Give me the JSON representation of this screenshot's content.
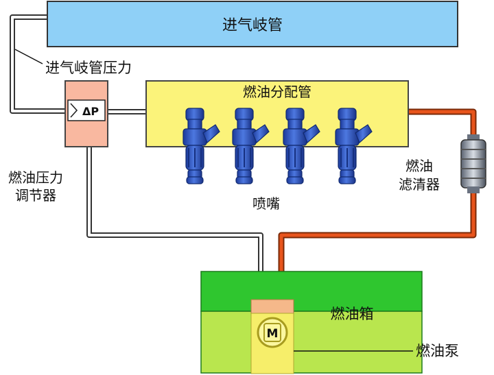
{
  "labels": {
    "intake_manifold": "进气岐管",
    "manifold_pressure": "进气岐管压力",
    "fuel_rail": "燃油分配管",
    "regulator_line1": "燃油压力",
    "regulator_line2": "调节器",
    "regulator_symbol": "ΔP",
    "injectors": "喷嘴",
    "filter_line1": "燃油",
    "filter_line2": "滤清器",
    "fuel_tank": "燃油箱",
    "fuel_pump": "燃油泵",
    "motor_symbol": "M"
  },
  "colors": {
    "manifold": "#8fd0f7",
    "rail": "#fbf37a",
    "regulator": "#f9b8a0",
    "injector": "#2b4fbf",
    "fuel_line": "#e8541c",
    "tank_top": "#2fc62f",
    "tank_bottom": "#b9e64e",
    "pump": "#f6ee6a",
    "pump_top": "#f5b88a"
  },
  "injector_count": 4
}
